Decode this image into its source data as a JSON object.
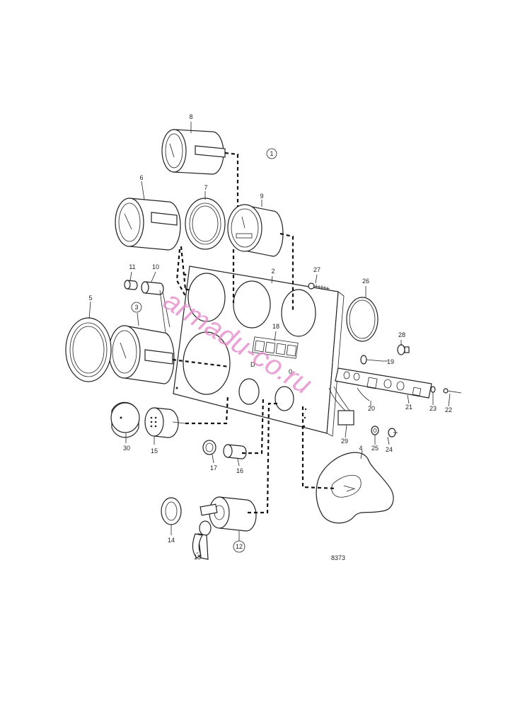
{
  "drawing_number": "8373",
  "watermark": "armadu-co.ru",
  "callouts": {
    "c1": "1",
    "c2": "2",
    "c3": "3",
    "c4": "4",
    "c5": "5",
    "c6": "6",
    "c7": "7",
    "c8": "8",
    "c9": "9",
    "c10": "10",
    "c11": "11",
    "c12": "12",
    "c13": "13",
    "c14": "14",
    "c15": "15",
    "c16": "16",
    "c17": "17",
    "c18": "18",
    "c19": "19",
    "c20": "20",
    "c21": "21",
    "c22": "22",
    "c23": "23",
    "c24": "24",
    "c25": "25",
    "c26": "26",
    "c27": "27",
    "c28": "28",
    "c29": "29",
    "c30": "30"
  }
}
